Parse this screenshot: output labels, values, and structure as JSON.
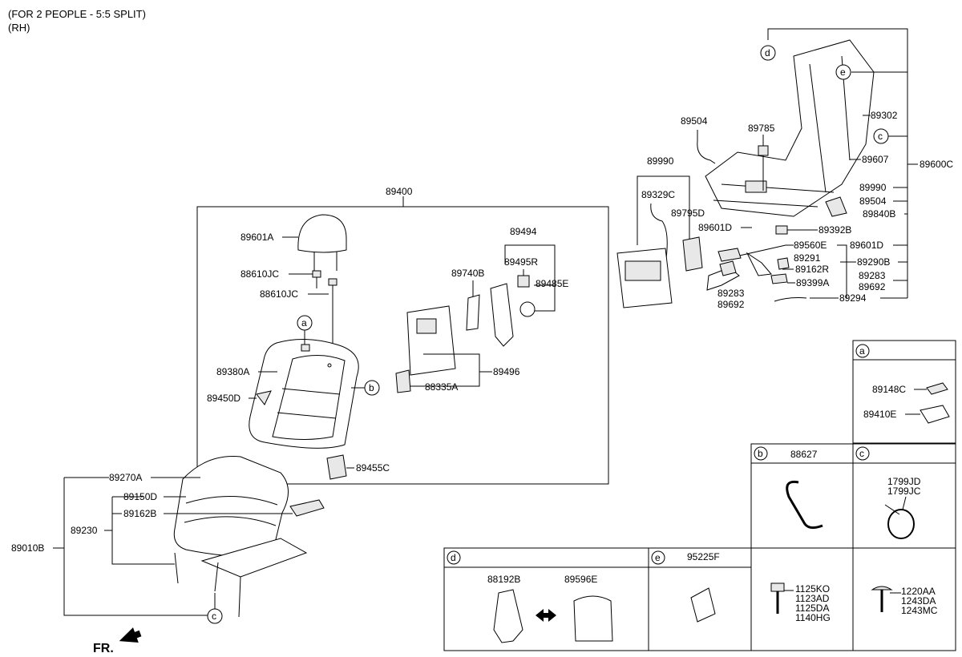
{
  "header": {
    "line1": "(FOR 2 PEOPLE - 5:5 SPLIT)",
    "line2": "(RH)"
  },
  "front_marker": "FR.",
  "labels": {
    "l89400": "89400",
    "l89601A": "89601A",
    "l88610JC_1": "88610JC",
    "l88610JC_2": "88610JC",
    "l89380A": "89380A",
    "l89450D": "89450D",
    "l89455C": "89455C",
    "l89494": "89494",
    "l89495R": "89495R",
    "l89740B": "89740B",
    "l89485E": "89485E",
    "l89496": "89496",
    "l88335A": "88335A",
    "l89270A": "89270A",
    "l89150D": "89150D",
    "l89162B_a": "89162B",
    "l89230": "89230",
    "l89010B": "89010B",
    "l89990_top": "89990",
    "l89329C": "89329C",
    "l89795D": "89795D",
    "l89504_top": "89504",
    "l89785": "89785",
    "l89302": "89302",
    "l89607": "89607",
    "l89600C": "89600C",
    "l89990_r": "89990",
    "l89504_r": "89504",
    "l89840B": "89840B",
    "l89601D_a": "89601D",
    "l89392B": "89392B",
    "l89560E": "89560E",
    "l89601D_b": "89601D",
    "l89291": "89291",
    "l89162R": "89162R",
    "l89290B": "89290B",
    "l89283_a": "89283",
    "l89692_a": "89692",
    "l89399A": "89399A",
    "l89283_b": "89283",
    "l89692_b": "89692",
    "l89294": "89294",
    "l89148C": "89148C",
    "l89410E": "89410E",
    "l88627": "88627",
    "l1799JD": "1799JD",
    "l1799JC": "1799JC",
    "l88192B": "88192B",
    "l89596E": "89596E",
    "l95225F": "95225F",
    "l1125KO": "1125KO",
    "l1123AD": "1123AD",
    "l1125DA": "1125DA",
    "l1140HG": "1140HG",
    "l1220AA": "1220AA",
    "l1243DA": "1243DA",
    "l1243MC": "1243MC"
  },
  "callouts": {
    "a": "a",
    "b": "b",
    "c": "c",
    "d": "d",
    "e": "e"
  }
}
